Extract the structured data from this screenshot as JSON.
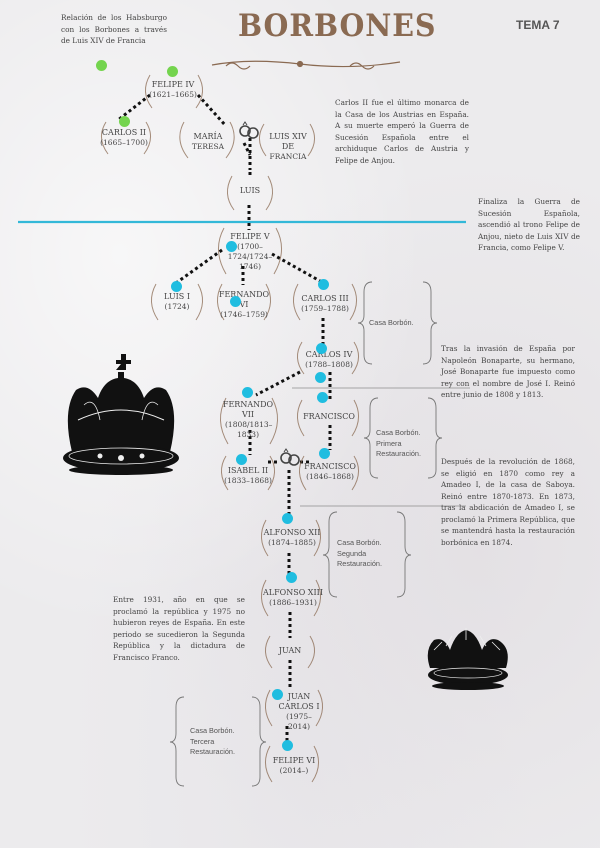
{
  "header": {
    "title": "BORBONES",
    "topic": "TEMA 7"
  },
  "notes": {
    "habsburg_relation": "Relación de los Habsburgo con los Borbones a través de Luis XIV de Francia",
    "carlos_ii": "Carlos II fue el último monarca de la Casa de los Austrias en España. A su muerte emperó la Guerra de Sucesión Española entre el archiduque Carlos de Austria y Felipe de Anjou.",
    "succession_war": "Finaliza la Guerra de Sucesión Española, ascendió al trono Felipe de Anjou, nieto de Luis XIV de Francia, como Felipe V.",
    "napoleon": "Tras la invasión de España por Napoleón Bonaparte, su hermano, José Bonaparte fue impuesto como rey con el nombre de José I. Reinó entre junio de 1808 y 1813.",
    "revolution_1868": "Después de la revolución de 1868, se eligió en 1870 como rey a Amadeo I, de la casa de Saboya. Reinó entre 1870-1873. En 1873, tras la abdicación de Amadeo I, se proclamó la Primera República, que se mantendrá hasta la restauración borbónica en 1874.",
    "republic_1931": "Entre 1931, año en que se proclamó la república y 1975 no hubieron reyes de España. En este periodo se sucedieron la Segunda República y la dictadura de Francisco Franco."
  },
  "brackets": {
    "casa_borbon": "Casa Borbón.",
    "primera": "Casa Borbón. Primera Restauración.",
    "segunda": "Casa Borbón. Segunda Restauración.",
    "tercera": "Casa Borbón. Tercera Restauración."
  },
  "nodes": {
    "felipe_iv_h": {
      "name": "FELIPE IV",
      "dates": "(1621–1665)"
    },
    "carlos_ii": {
      "name": "CARLOS II",
      "dates": "(1665–1700)"
    },
    "maria_teresa": {
      "name": "MARÍA",
      "dates": "TERESA"
    },
    "luis_xiv": {
      "name": "LUIS XIV DE",
      "dates": "FRANCIA"
    },
    "luis": {
      "name": "LUIS",
      "dates": ""
    },
    "felipe_v": {
      "name": "FELIPE V",
      "dates": "(1700–1724/1724–1746)"
    },
    "luis_i": {
      "name": "LUIS I",
      "dates": "(1724)"
    },
    "fernando_vi": {
      "name": "FERNANDO VI",
      "dates": "(1746–1759)"
    },
    "carlos_iii": {
      "name": "CARLOS III",
      "dates": "(1759–1788)"
    },
    "carlos_iv": {
      "name": "CARLOS IV",
      "dates": "(1788–1808)"
    },
    "fernando_vii": {
      "name": "FERNANDO VII",
      "dates": "(1808/1813–1833)"
    },
    "francisco": {
      "name": "FRANCISCO",
      "dates": ""
    },
    "isabel_ii": {
      "name": "ISABEL II",
      "dates": "(1833–1868)"
    },
    "francisco_asis": {
      "name": "FRANCISCO",
      "dates": "(1846–1868)"
    },
    "alfonso_xii": {
      "name": "ALFONSO XII",
      "dates": "(1874–1885)"
    },
    "alfonso_xiii": {
      "name": "ALFONSO XIII",
      "dates": "(1886–1931)"
    },
    "juan": {
      "name": "JUAN",
      "dates": ""
    },
    "juan_carlos_i": {
      "name": "JUAN CARLOS I",
      "dates": "(1975–2014)"
    },
    "felipe_vi": {
      "name": "FELIPE VI",
      "dates": "(2014–)"
    }
  },
  "colors": {
    "accent_line": "#33b8d8",
    "title": "#8a6a52",
    "green_dot": "#74d44e",
    "cyan_dot": "#20bde0"
  },
  "icons": [
    "crown-icon",
    "rings-icon",
    "laurel-icon",
    "ornament-icon"
  ]
}
